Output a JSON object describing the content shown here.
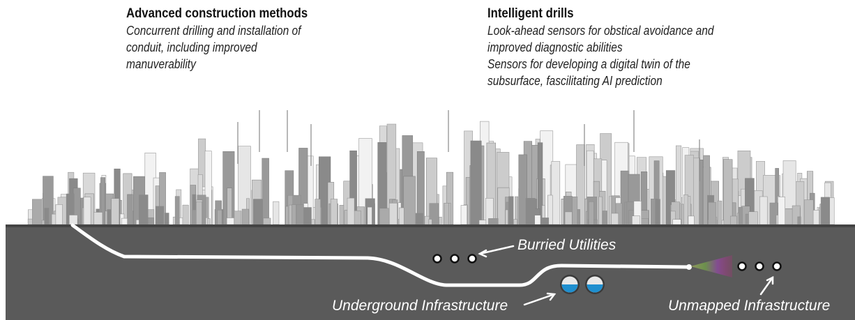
{
  "left_block": {
    "heading": "Advanced construction methods",
    "lines": [
      "Concurrent drilling and installation of",
      "conduit, including improved",
      "manuverability"
    ]
  },
  "right_block": {
    "heading": "Intelligent drills",
    "lines": [
      "Look-ahead sensors for obstical avoidance and",
      "improved diagnostic abilities",
      "Sensors for developing a digital twin of the",
      "subsurface, fascilitating AI prediction"
    ]
  },
  "labels": {
    "buried": "Burried Utilities",
    "underground": "Underground Infrastructure",
    "unmapped": "Unmapped Infrastructure"
  },
  "colors": {
    "ground": "#5a5a5a",
    "ground_top": "#4a4a4a",
    "path": "#ffffff",
    "water": "#1f8fcf"
  }
}
